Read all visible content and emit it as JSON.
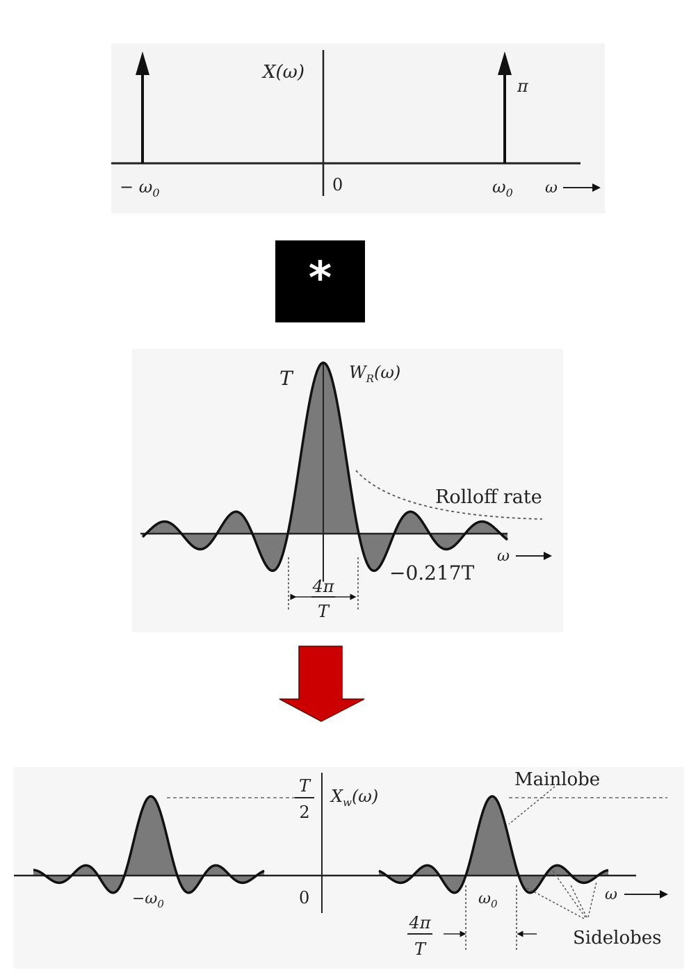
{
  "top_panel": {
    "y_label": "X(ω)",
    "impulse_height_label": "π",
    "tick_neg": "− ω",
    "tick_neg_sub": "0",
    "tick_zero": "0",
    "tick_pos": "ω",
    "tick_pos_sub": "0",
    "axis_label": "ω"
  },
  "operator": {
    "symbol": "*",
    "background": "#000000",
    "foreground": "#ffffff"
  },
  "middle_panel": {
    "peak_label": "T",
    "function_label": "W",
    "function_sub": "R",
    "function_arg": "(ω)",
    "rolloff_label": "Rolloff rate",
    "min_label": "−0.217T",
    "axis_label": "ω",
    "width_num": "4π",
    "width_den": "T"
  },
  "arrow": {
    "color": "#cc0000"
  },
  "bottom_panel": {
    "peak_num": "T",
    "peak_den": "2",
    "function_label": "X",
    "function_sub": "w",
    "function_arg": "(ω)",
    "tick_neg": "−ω",
    "tick_neg_sub": "0",
    "tick_zero": "0",
    "tick_pos": "ω",
    "tick_pos_sub": "0",
    "axis_label": "ω",
    "mainlobe_label": "Mainlobe",
    "sidelobes_label": "Sidelobes",
    "width_num": "4π",
    "width_den": "T"
  }
}
